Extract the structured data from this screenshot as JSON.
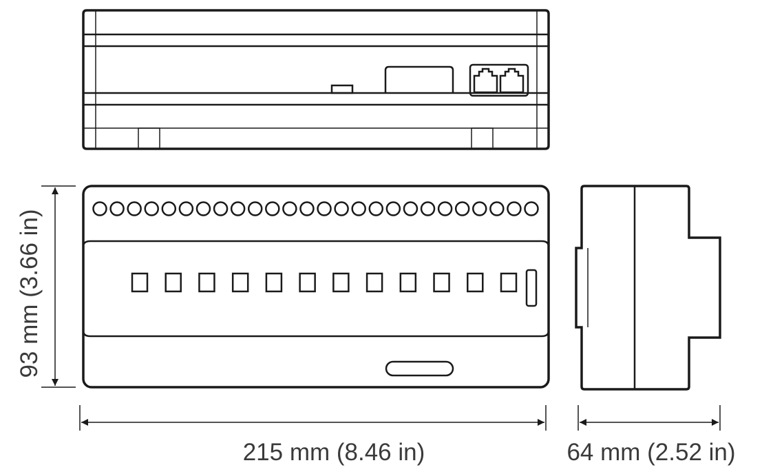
{
  "dimensions": {
    "width_label": "215 mm (8.46 in)",
    "height_label": "93 mm (3.66 in)",
    "depth_label": "64 mm (2.52 in)"
  },
  "front_view": {
    "terminal_count": 26,
    "switch_count": 12
  },
  "top_view": {
    "rj_port_count": 2
  }
}
